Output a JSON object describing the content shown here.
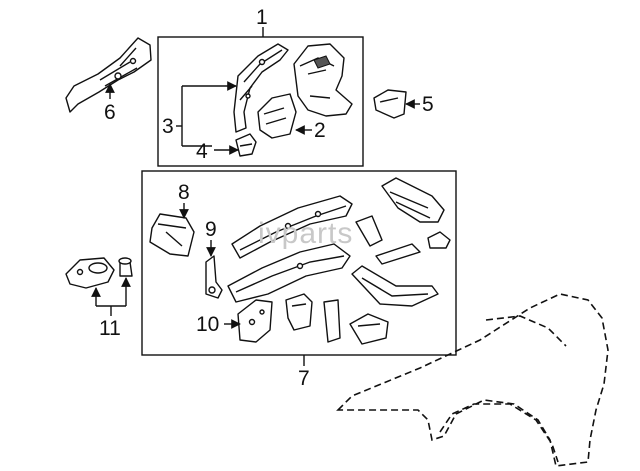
{
  "diagram": {
    "watermark": "ivparts",
    "callouts": {
      "c1": "1",
      "c2": "2",
      "c3": "3",
      "c4": "4",
      "c5": "5",
      "c6": "6",
      "c7": "7",
      "c8": "8",
      "c9": "9",
      "c10": "10",
      "c11": "11"
    },
    "colors": {
      "line": "#111111",
      "background": "#ffffff",
      "watermark": "#c8c8c8"
    }
  }
}
